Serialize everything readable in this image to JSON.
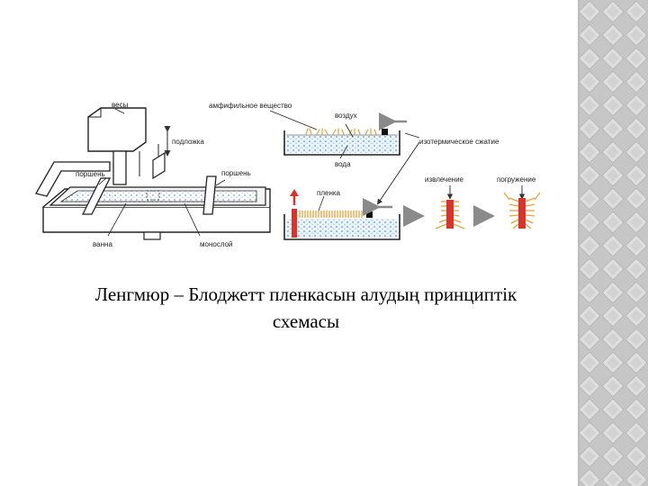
{
  "figure": {
    "labels": {
      "scales": "весы",
      "substrate": "подложка",
      "piston_left": "поршень",
      "piston_right": "поршень",
      "bath": "ванна",
      "monolayer": "монослой",
      "amphiphile": "амфифильное вещество",
      "air": "воздух",
      "water": "вода",
      "isothermal": "изотермическое сжатие",
      "film": "пленка",
      "extraction": "извлечение",
      "immersion": "погружение"
    }
  },
  "caption": {
    "line1": "Ленгмюр – Блоджетт пленкасын алудың принциптік",
    "line2": "схемасы"
  },
  "colors": {
    "background": "#ffffff",
    "pattern_base": "#c9c9c9",
    "pattern_light": "#e2e2e2",
    "water_dots": "#6fa8c8",
    "molecule_orange": "#e8a13a",
    "substrate_red": "#d9342b",
    "arrow_grey": "#8a8a8a"
  }
}
